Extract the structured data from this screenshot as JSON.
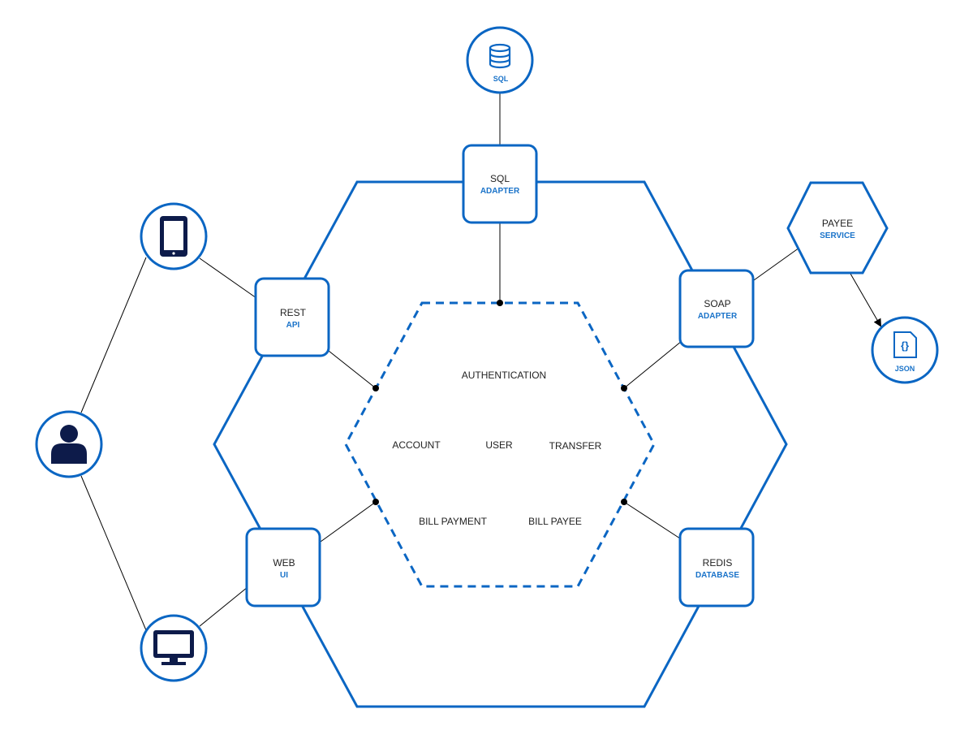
{
  "colors": {
    "accent": "#0b66c3",
    "icon_dark": "#0d1b4a",
    "line": "#000000",
    "text": "#222222",
    "sub_text": "#1a73c9"
  },
  "core": {
    "items": {
      "authentication": "AUTHENTICATION",
      "account": "ACCOUNT",
      "user": "USER",
      "transfer": "TRANSFER",
      "bill_payment": "BILL PAYMENT",
      "bill_payee": "BILL PAYEE"
    }
  },
  "adapters": {
    "sql": {
      "title": "SQL",
      "subtitle": "ADAPTER"
    },
    "rest": {
      "title": "REST",
      "subtitle": "API"
    },
    "soap": {
      "title": "SOAP",
      "subtitle": "ADAPTER"
    },
    "web": {
      "title": "WEB",
      "subtitle": "UI"
    },
    "redis": {
      "title": "REDIS",
      "subtitle": "DATABASE"
    }
  },
  "external": {
    "sql_db": {
      "label": "SQL",
      "icon": "database-icon"
    },
    "payee_service": {
      "title": "PAYEE",
      "subtitle": "SERVICE"
    },
    "json": {
      "label": "JSON",
      "icon": "json-file-icon"
    },
    "tablet": {
      "icon": "tablet-icon"
    },
    "user": {
      "icon": "user-icon"
    },
    "desktop": {
      "icon": "monitor-icon"
    }
  }
}
